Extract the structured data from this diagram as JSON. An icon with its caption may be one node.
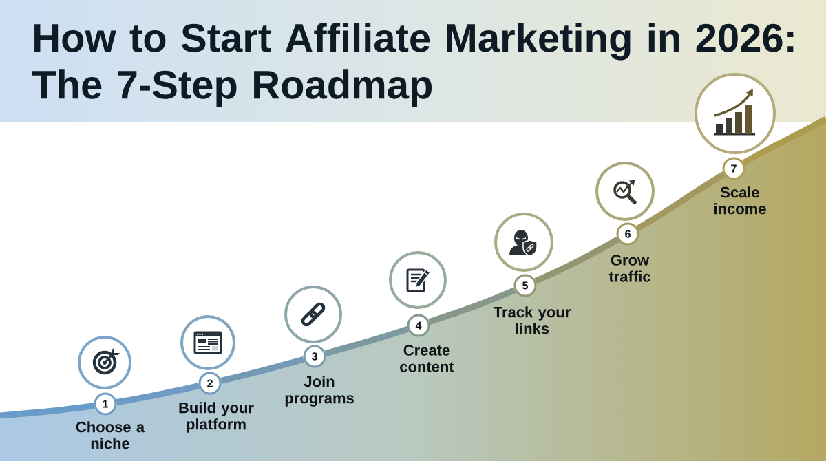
{
  "diagram": {
    "title": "How to Start Affiliate Marketing in 2026: The 7-Step Roadmap",
    "nodes": [
      {
        "text": [],
        "shape": "circle"
      },
      {
        "text": [
          "1"
        ],
        "beside": [
          "Choose a niche"
        ]
      },
      {
        "text": [],
        "shape": "circle"
      },
      {
        "text": [
          "2"
        ],
        "beside": [
          "Build your platform"
        ]
      },
      {
        "text": [],
        "shape": "circle"
      },
      {
        "text": [
          "3"
        ],
        "beside": [
          "Join programs"
        ]
      },
      {
        "text": [],
        "shape": "circle"
      },
      {
        "text": [
          "4"
        ],
        "beside": [
          "Create content"
        ]
      },
      {
        "text": [],
        "shape": "circle"
      },
      {
        "text": [
          "5"
        ],
        "beside": [
          "Track your links"
        ]
      },
      {
        "text": [],
        "shape": "circle"
      },
      {
        "text": [
          "6"
        ],
        "beside": [
          "Grow traffic"
        ]
      },
      {
        "text": [],
        "shape": "circle"
      },
      {
        "text": [
          "7"
        ],
        "beside": [
          "Scale income"
        ]
      }
    ],
    "edges": [
      {
        "from": null,
        "to": 1,
        "arrow": "none",
        "color": "#6a9cca"
      },
      {
        "from": 1,
        "to": 3,
        "arrow": "none",
        "color": "#6d9bc4"
      },
      {
        "from": 3,
        "to": 5,
        "arrow": "none",
        "color": "#7399b3"
      },
      {
        "from": 5,
        "to": 7,
        "arrow": "none",
        "color": "#7c98a0"
      },
      {
        "from": 7,
        "to": 9,
        "arrow": "none",
        "color": "#87978a"
      },
      {
        "from": 9,
        "to": 11,
        "arrow": "none",
        "color": "#949672"
      },
      {
        "from": 11,
        "to": 13,
        "arrow": "none",
        "color": "#a29860"
      },
      {
        "from": 13,
        "to": null,
        "arrow": "none",
        "color": "#ad9c4d"
      }
    ]
  }
}
